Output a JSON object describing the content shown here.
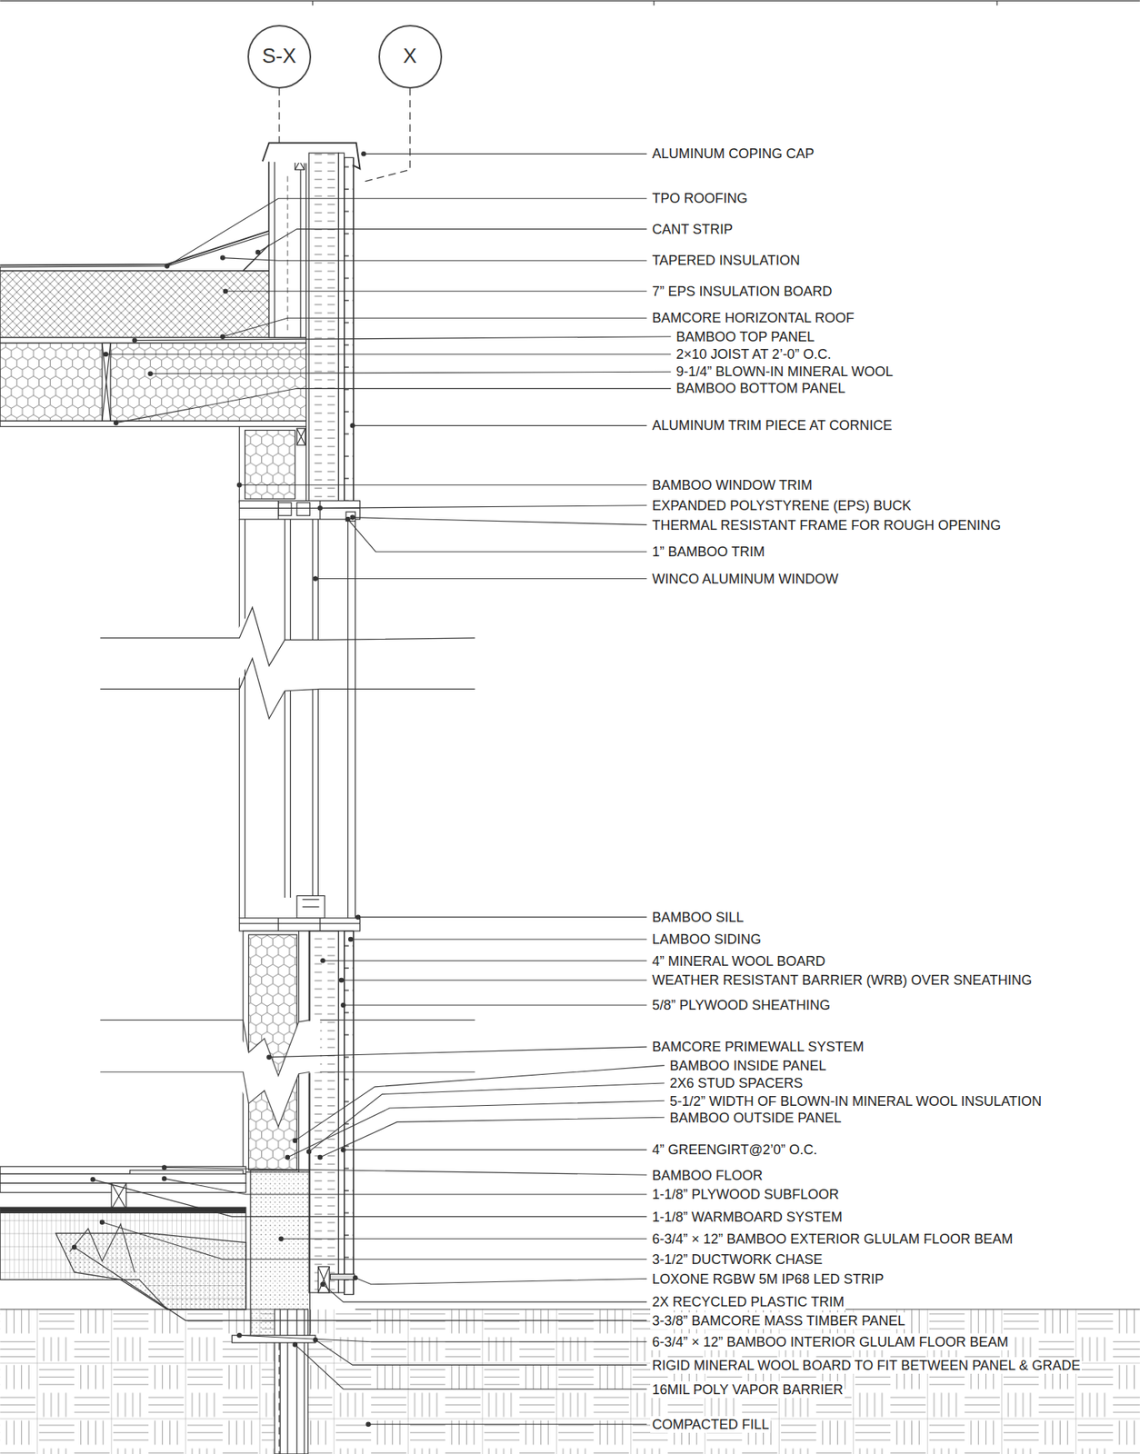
{
  "diagram": {
    "nodes": [
      {
        "text": [
          "S-X"
        ]
      },
      {
        "text": [
          "X"
        ]
      }
    ],
    "labels": [
      "ALUMINUM COPING CAP",
      "TPO ROOFING",
      "CANT STRIP",
      "TAPERED INSULATION",
      "7” EPS INSULATION BOARD",
      "BAMCORE HORIZONTAL ROOF",
      "BAMBOO TOP PANEL",
      "2×10 JOIST AT 2’-0” O.C.",
      "9-1/4” BLOWN-IN MINERAL WOOL",
      "BAMBOO BOTTOM PANEL",
      "ALUMINUM TRIM PIECE AT CORNICE",
      "BAMBOO WINDOW TRIM",
      "EXPANDED POLYSTYRENE (EPS) BUCK",
      "THERMAL RESISTANT FRAME FOR ROUGH OPENING",
      "1” BAMBOO TRIM",
      "WINCO ALUMINUM WINDOW",
      "BAMBOO SILL",
      "LAMBOO SIDING",
      "4” MINERAL WOOL BOARD",
      "WEATHER RESISTANT BARRIER (WRB) OVER SNEATHING",
      "5/8” PLYWOOD SHEATHING",
      "BAMCORE PRIMEWALL SYSTEM",
      "BAMBOO INSIDE PANEL",
      "2X6 STUD SPACERS",
      "5-1/2”  WIDTH OF BLOWN-IN MINERAL WOOL INSULATION",
      "BAMBOO OUTSIDE PANEL",
      "4” GREENGIRT@2’0” O.C.",
      "BAMBOO FLOOR",
      "1-1/8” PLYWOOD SUBFLOOR",
      "1-1/8” WARMBOARD SYSTEM",
      "6-3/4” × 12”  BAMBOO EXTERIOR GLULAM FLOOR BEAM",
      "3-1/2”  DUCTWORK CHASE",
      "LOXONE RGBW 5M IP68 LED STRIP",
      "2X RECYCLED PLASTIC TRIM",
      "3-3/8” BAMCORE MASS TIMBER PANEL",
      "6-3/4” × 12”  BAMBOO INTERIOR GLULAM FLOOR BEAM",
      "RIGID MINERAL WOOL BOARD TO FIT BETWEEN PANEL & GRADE",
      "16MIL POLY VAPOR BARRIER",
      "COMPACTED FILL"
    ]
  }
}
